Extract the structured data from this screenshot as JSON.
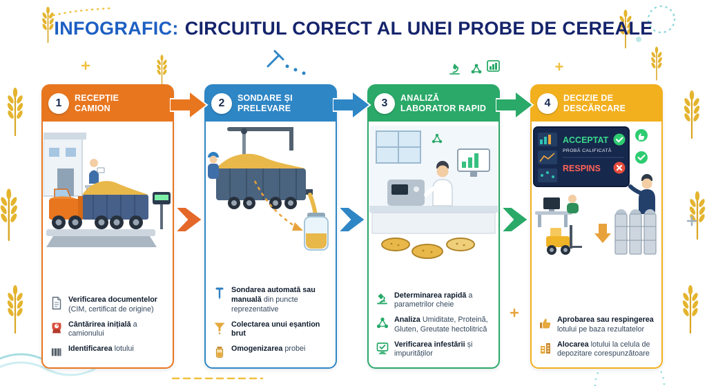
{
  "title": {
    "prefix": "INFOGRAFIC:",
    "main": "CIRCUITUL CORECT AL UNEI PROBE DE CEREALE"
  },
  "colors": {
    "title_prefix": "#1d5fc2",
    "title_main": "#15246b",
    "step1_accent": "#e8761f",
    "step2_accent": "#2e86c5",
    "step3_accent": "#2aa968",
    "step4_accent": "#f2b01e",
    "accepted_green": "#2ecc71",
    "rejected_red": "#e74c3c"
  },
  "steps": [
    {
      "number": "1",
      "title_line1": "RECEPȚIE",
      "title_line2": "CAMION",
      "items": [
        {
          "icon": "document-icon",
          "bold": "Verificarea documentelor",
          "rest": "(CIM, certificat de origine)"
        },
        {
          "icon": "scale-icon",
          "bold": "Cântărirea inițială",
          "rest": "a camionului"
        },
        {
          "icon": "barcode-icon",
          "bold": "Identificarea",
          "rest": "lotului"
        }
      ]
    },
    {
      "number": "2",
      "title_line1": "SONDARE ȘI",
      "title_line2": "PRELEVARE",
      "items": [
        {
          "icon": "sampling-probe-icon",
          "bold": "Sondarea automată sau manuală",
          "rest": "din puncte reprezentative"
        },
        {
          "icon": "funnel-icon",
          "bold": "Colectarea unui eșantion brut",
          "rest": ""
        },
        {
          "icon": "sample-jar-icon",
          "bold": "Omogenizarea",
          "rest": "probei"
        }
      ]
    },
    {
      "number": "3",
      "title_line1": "ANALIZĂ",
      "title_line2": "LABORATOR RAPID",
      "items": [
        {
          "icon": "microscope-icon",
          "bold": "Determinarea rapidă",
          "rest": "a parametrilor cheie"
        },
        {
          "icon": "molecule-icon",
          "bold": "Analiza",
          "rest": "Umiditate, Proteină, Gluten, Greutate hectolitrică"
        },
        {
          "icon": "monitor-check-icon",
          "bold": "Verificarea infestării",
          "rest": "și impurităților"
        }
      ]
    },
    {
      "number": "4",
      "title_line1": "DECIZIE DE",
      "title_line2": "DESCĂRCARE",
      "screen": {
        "accepted": "ACCEPTAT",
        "qualified": "PROBĂ CALIFICATĂ",
        "rejected": "RESPINS"
      },
      "items": [
        {
          "icon": "thumbs-up-icon",
          "bold": "Aprobarea sau respingerea",
          "rest": "lotului pe baza rezultatelor"
        },
        {
          "icon": "silo-icon",
          "bold": "Alocarea",
          "rest": "lotului la celula de depozitare corespunzătoare"
        }
      ]
    }
  ]
}
